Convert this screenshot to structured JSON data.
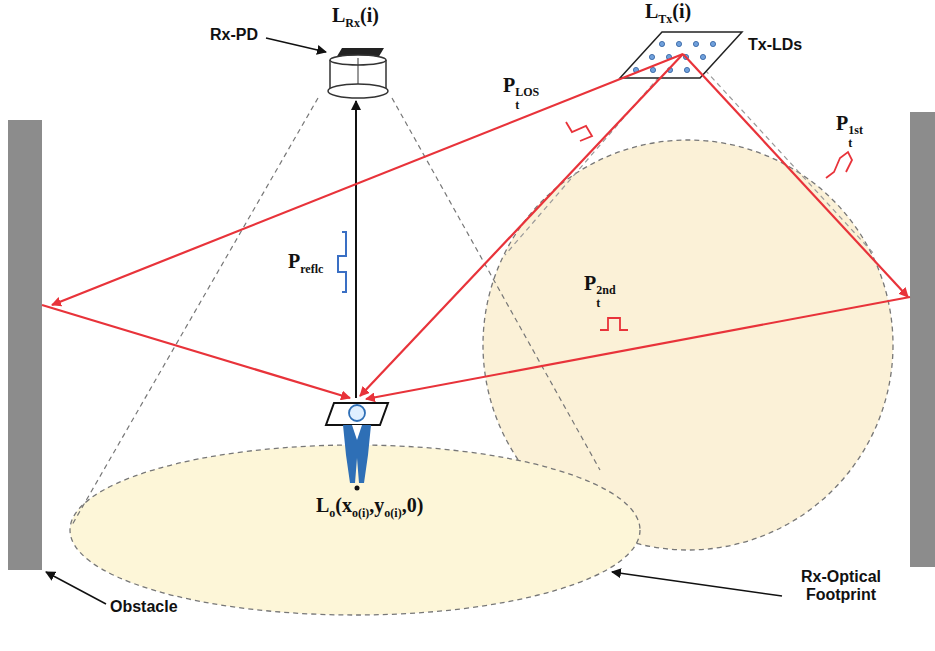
{
  "diagram": {
    "labels": [
      "L",
      "Rx",
      "(i)",
      "Rx-PD",
      "L",
      "Tx",
      "(i)",
      "Tx-LDs",
      "P",
      "t",
      "LOS",
      "P",
      "reflc",
      "P",
      "t",
      "1st",
      "P",
      "t",
      "2nd",
      "L",
      "o",
      "(x",
      "o(i)",
      ",y",
      "o(i)",
      ",0)",
      "Obstacle",
      "Rx-Optical Footprint"
    ]
  }
}
